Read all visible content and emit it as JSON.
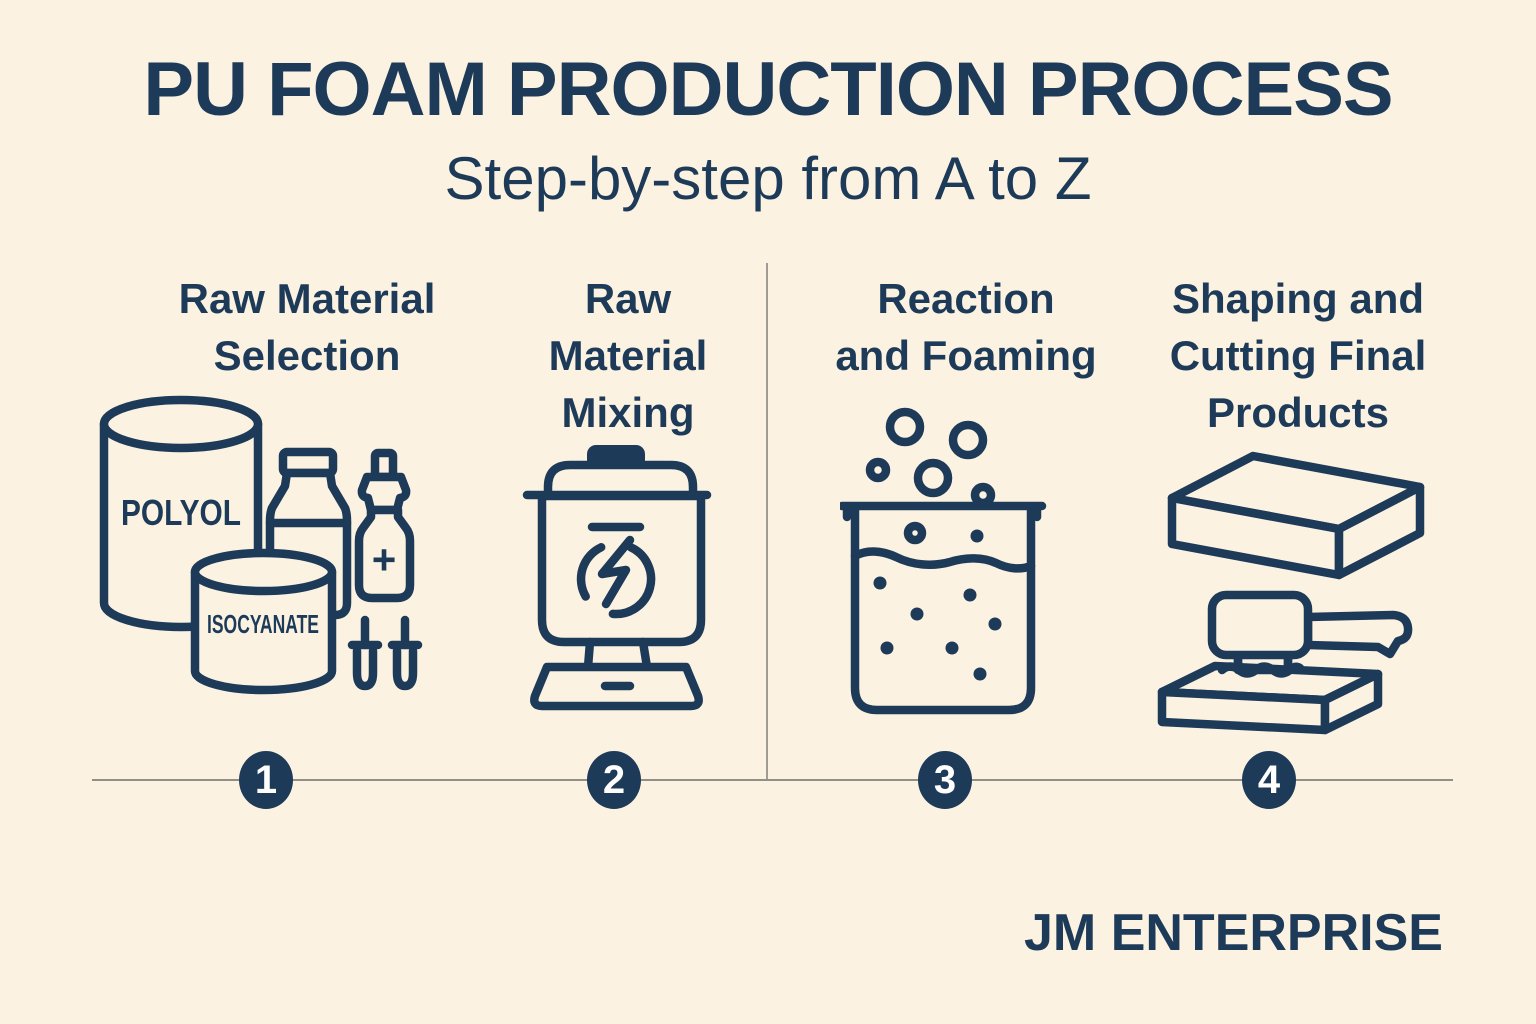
{
  "title": "PU FOAM PRODUCTION PROCESS",
  "subtitle": "Step-by-step from A to Z",
  "brand": "JM ENTERPRISE",
  "colors": {
    "background": "#FCF2E1",
    "ink": "#1D3B59",
    "timeline": "#928F88",
    "badge_fill": "#1D3B59",
    "badge_text": "#FFFFFF"
  },
  "steps": [
    {
      "number": "1",
      "title_lines": [
        "Raw Material",
        "Selection"
      ],
      "icon": "raw-material-selection",
      "labels": {
        "drum": "POLYOL",
        "canister": "ISOCYANATE",
        "additive": "+"
      }
    },
    {
      "number": "2",
      "title_lines": [
        "Raw",
        "Material",
        "Mixing"
      ],
      "icon": "raw-material-mixing"
    },
    {
      "number": "3",
      "title_lines": [
        "Reaction",
        "and Foaming"
      ],
      "icon": "reaction-and-foaming"
    },
    {
      "number": "4",
      "title_lines": [
        "Shaping and",
        "Cutting Final",
        "Products"
      ],
      "icon": "shaping-and-cutting-final-products"
    }
  ]
}
